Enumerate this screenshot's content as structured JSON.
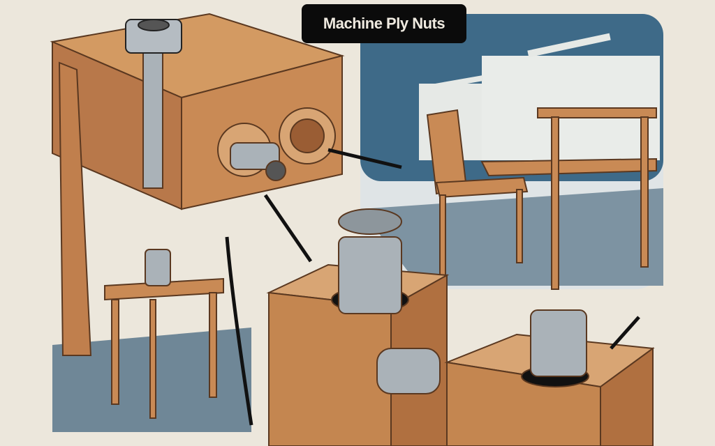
{
  "title": "Machine Ply Nuts",
  "scene": {
    "panels": [
      "workbench-with-nuts",
      "workshop-chair-and-table",
      "wood-blocks-with-bolts",
      "stool"
    ],
    "colors": {
      "background": "#ece7dc",
      "wood": "#c98a55",
      "wood_dark": "#8a5530",
      "workshop_blue": "#3e6a88",
      "steel": "#9aa3aa",
      "floor": "#6f8797"
    }
  }
}
